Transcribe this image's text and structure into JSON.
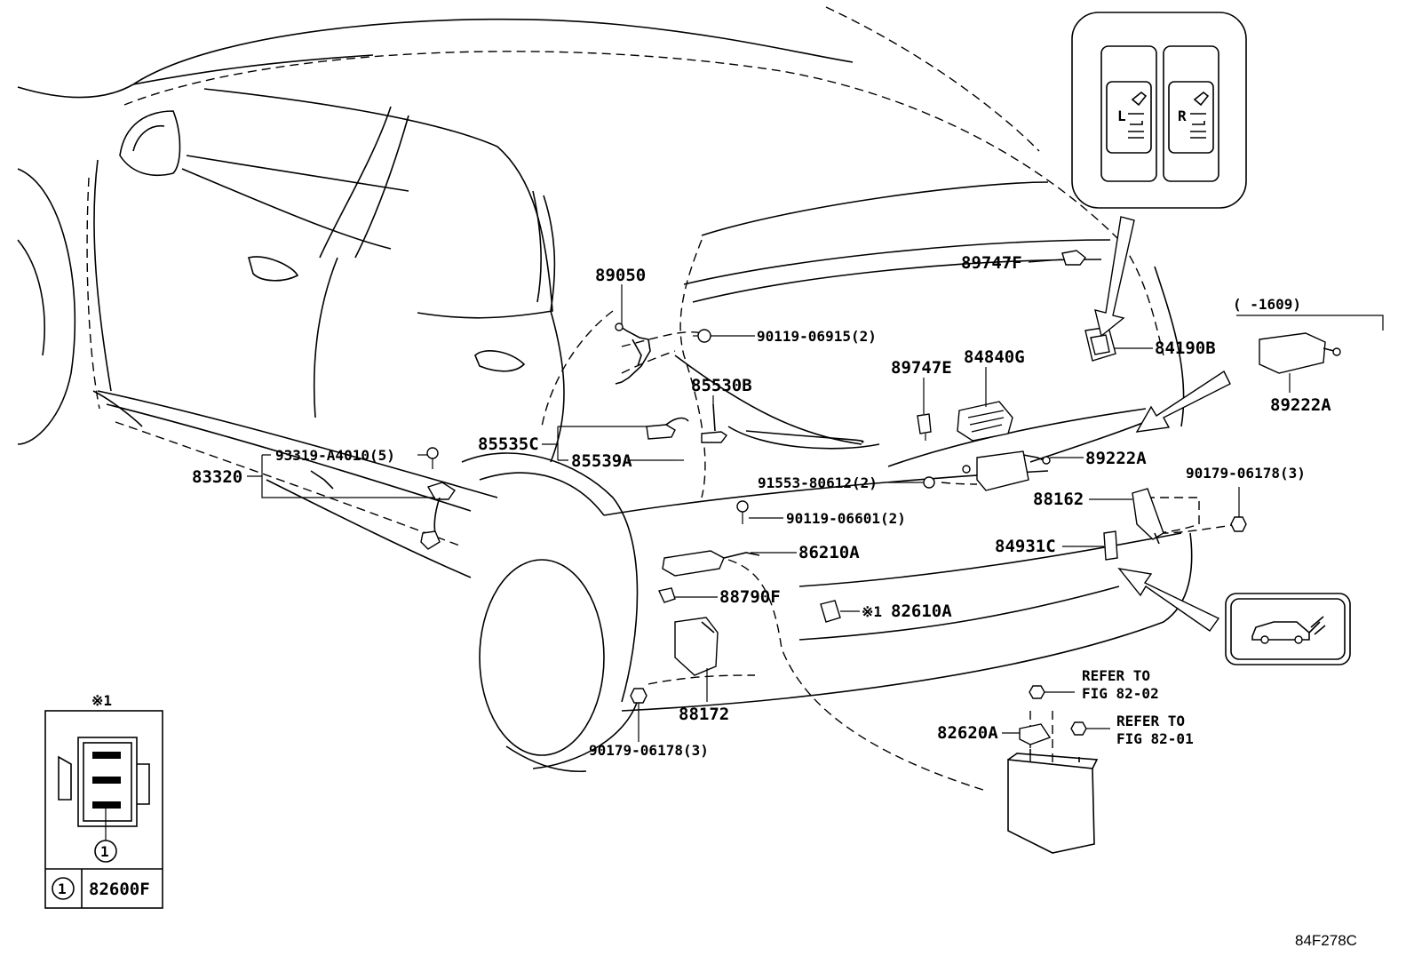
{
  "labels": {
    "p89050": "89050",
    "p90119_06915": "90119-06915(2)",
    "p85530B": "85530B",
    "p85535C": "85535C",
    "p85539A": "85539A",
    "p93319": "93319-A4010(5)",
    "p83320": "83320",
    "p91553": "91553-80612(2)",
    "p90119_06601": "90119-06601(2)",
    "p86210A": "86210A",
    "p88790F": "88790F",
    "p82610A": "82610A",
    "p82610A_mark": "※1",
    "p88172": "88172",
    "p90179_lower": "90179-06178(3)",
    "p89747F": "89747F",
    "p89747E": "89747E",
    "p84840G": "84840G",
    "p84190B": "84190B",
    "p89222A_main": "89222A",
    "p89222A_inset": "89222A",
    "p1609": "( -1609)",
    "p90179_right": "90179-06178(3)",
    "p88162": "88162",
    "p84931C": "84931C",
    "p82620A": "82620A",
    "ref1_line1": "REFER TO",
    "ref1_line2": "FIG 82-02",
    "ref2_line1": "REFER TO",
    "ref2_line2": "FIG 82-01",
    "switch_left_letter": "L",
    "switch_right_letter": "R"
  },
  "inset_connector": {
    "header_mark": "※1",
    "callout_number": "1",
    "table_key": "1",
    "table_part": "82600F"
  },
  "figure_code": "84F278C"
}
